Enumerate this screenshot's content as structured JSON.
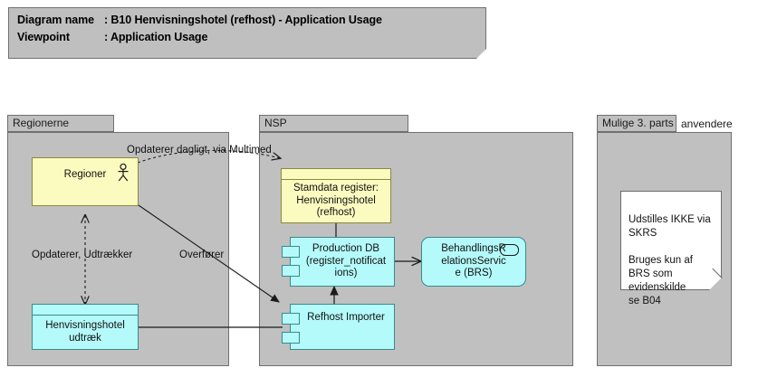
{
  "header": {
    "line1_label": "Diagram name",
    "line1_value": ": B10 Henvisningshotel (refhost) - Application Usage",
    "line2_label": "Viewpoint",
    "line2_value": ": Application Usage"
  },
  "groups": [
    {
      "id": "regionerne",
      "label": "Regionerne"
    },
    {
      "id": "nsp",
      "label": "NSP"
    },
    {
      "id": "third-party",
      "label": "Mulige 3. parts",
      "overflow_label": "anvendere"
    }
  ],
  "nodes": {
    "regioner": {
      "label": "Regioner",
      "icon": "actor-icon",
      "color": "#fbfbc0"
    },
    "henvisningshotel_udtraek": {
      "label": "Henvisningshotel\nudtræk",
      "color": "#b4fafa"
    },
    "stamdata_register": {
      "label": "Stamdata register:\nHenvisningshotel\n(refhost)",
      "color": "#fbfbc0"
    },
    "production_db": {
      "label": "Production DB\n(register_notificat\nions)",
      "color": "#b4fafa"
    },
    "refhost_importer": {
      "label": "Refhost Importer",
      "color": "#b4fafa"
    },
    "brs": {
      "label": "BehandlingsR\nelationsServic\ne (BRS)",
      "icon": "rounded-oval-icon",
      "color": "#b4fafa"
    }
  },
  "edges": {
    "opdaterer_dagligt": "Opdaterer dagligt, via Multimed",
    "opdaterer_udtraekker": "Opdaterer, Udtrækker",
    "overfoerer": "Overfører"
  },
  "note": {
    "text": "Udstilles IKKE via SKRS\n\nBruges kun af BRS som\nevidenskilde\nse B04"
  },
  "colors": {
    "group_fill": "#c0c0c0",
    "group_border": "#707070",
    "yellow": "#fbfbc0",
    "cyan": "#b4fafa",
    "note_fill": "#ffffff",
    "line": "#1b1b1b"
  }
}
